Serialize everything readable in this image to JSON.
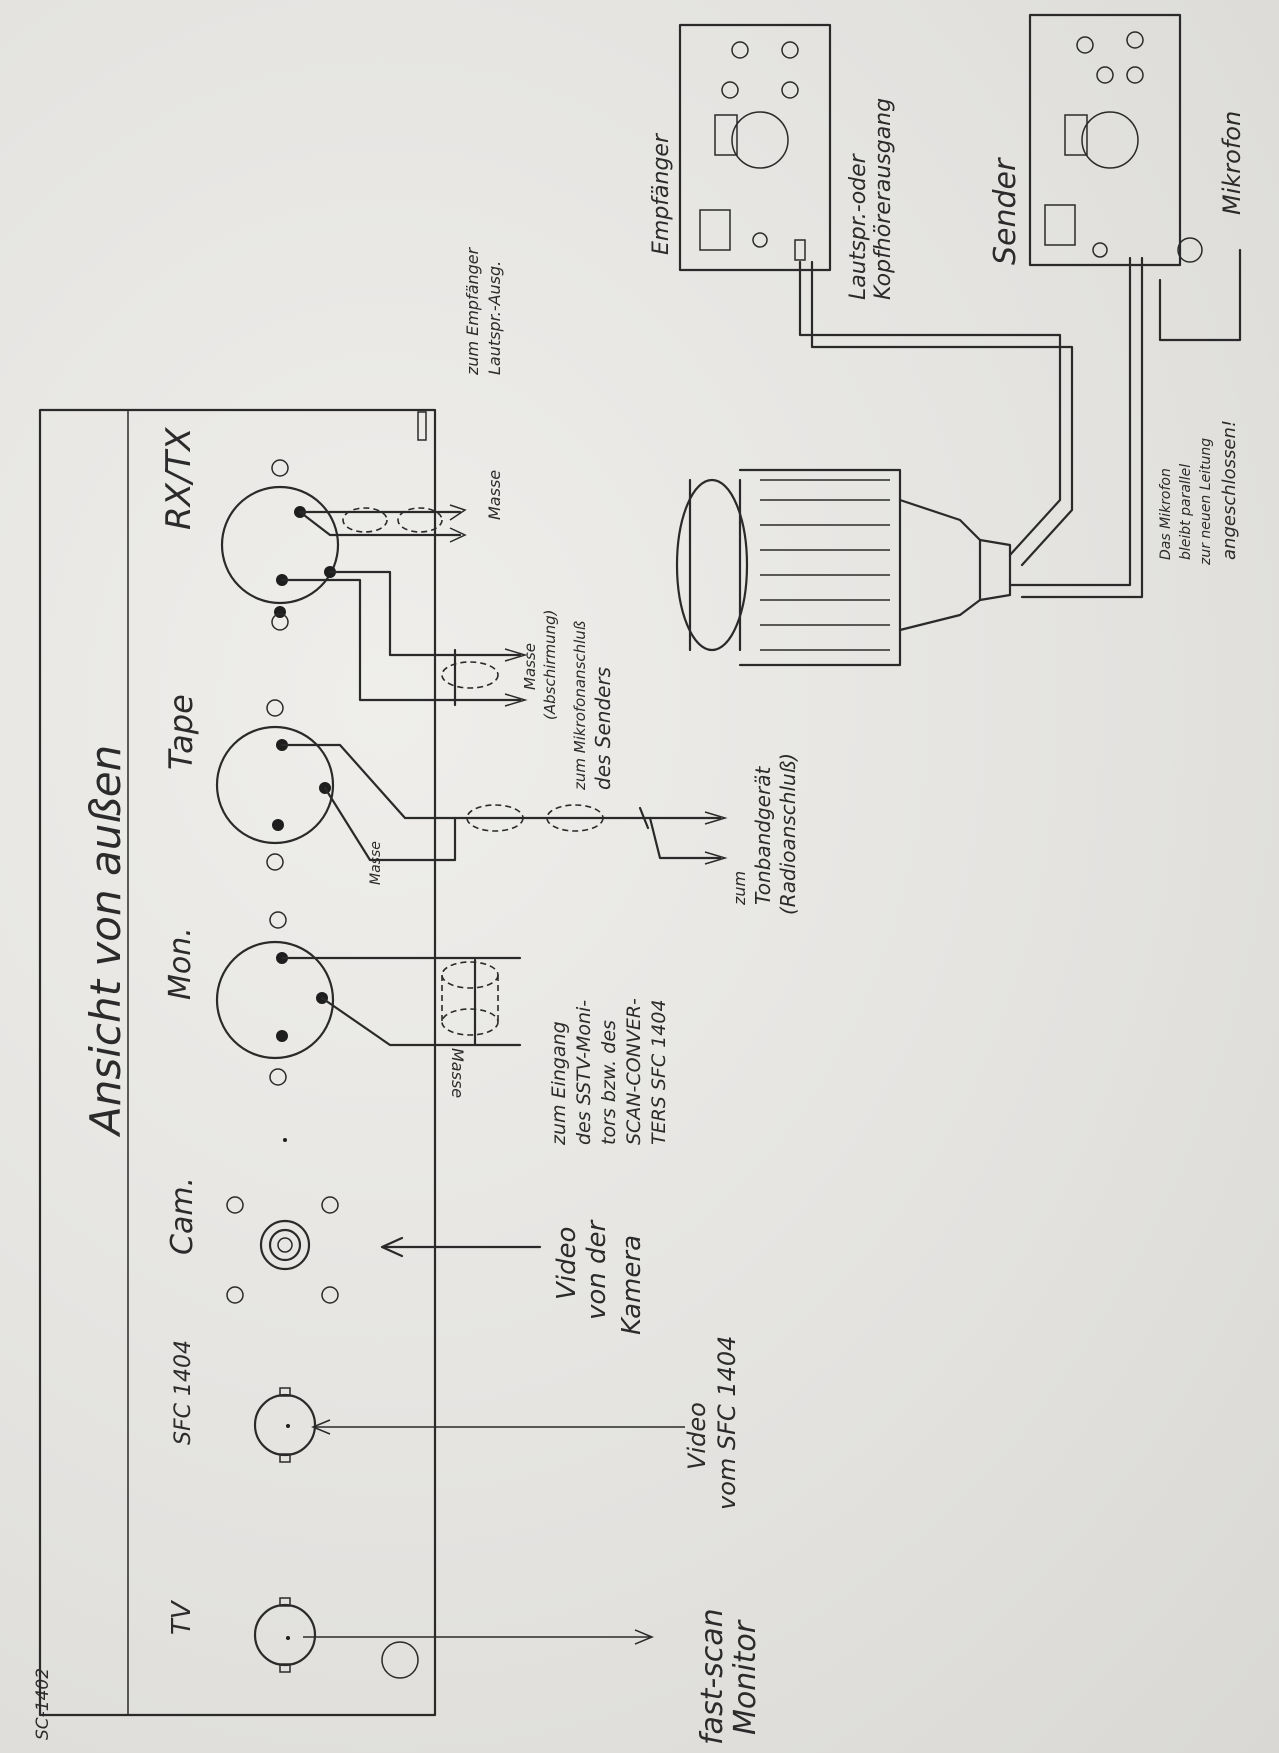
{
  "document_id": "SC-1402",
  "panel_title": "Ansicht von außen",
  "connectors": {
    "tv": "TV",
    "sfc": "SFC 1404",
    "cam": "Cam.",
    "mon": "Mon.",
    "tape": "Tape",
    "rxtx": "RX/TX"
  },
  "labels": {
    "masse": "Masse",
    "zum_empfaenger_1": "zum Empfänger",
    "zum_empfaenger_2": "Lautspr.-Ausg.",
    "masse_abschirmung_1": "Masse",
    "masse_abschirmung_2": "(Abschirmung)",
    "zum_mikrofon_1": "zum Mikrofonanschluß",
    "zum_mikrofon_2": "des Senders",
    "zum_tonband_1": "zum",
    "zum_tonband_2": "Tonbandgerät",
    "zum_tonband_3": "(Radioanschluß)",
    "zum_eingang_1": "zum Eingang",
    "zum_eingang_2": "des SSTV-Moni-",
    "zum_eingang_3": "tors bzw. des",
    "zum_eingang_4": "SCAN-CONVER-",
    "zum_eingang_5": "TERS SFC 1404",
    "video_kamera_1": "Video",
    "video_kamera_2": "von der",
    "video_kamera_3": "Kamera",
    "video_sfc_1": "Video",
    "video_sfc_2": "vom SFC 1404",
    "fast_scan_1": "fast-scan",
    "fast_scan_2": "Monitor",
    "empfaenger": "Empfänger",
    "sender": "Sender",
    "mikrofon": "Mikrofon",
    "lautspr_1": "Lautspr.-oder",
    "lautspr_2": "Kopfhörerausgang",
    "mikro_note_1": "Das Mikrofon",
    "mikro_note_2": "bleibt parallel",
    "mikro_note_3": "zur neuen Leitung",
    "mikro_note_4": "angeschlossen!"
  }
}
